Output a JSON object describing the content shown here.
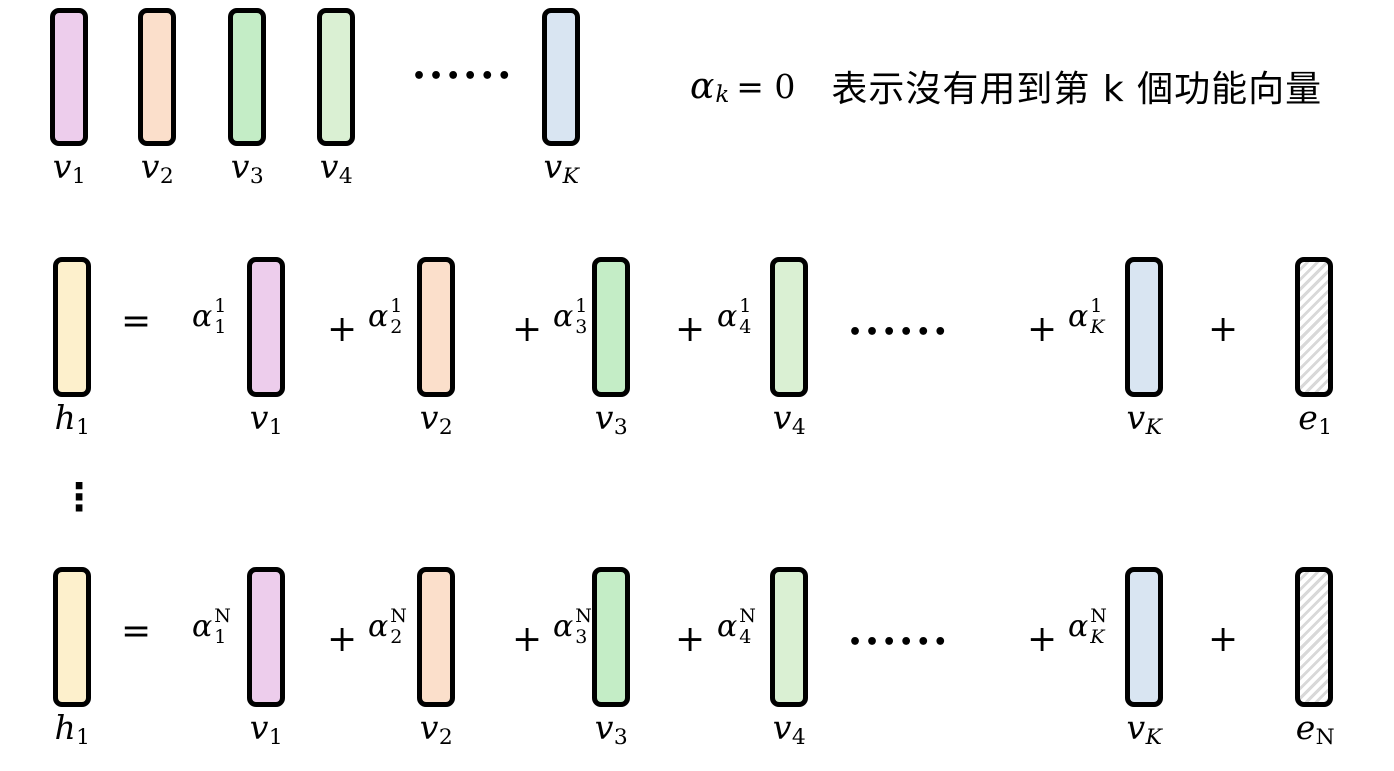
{
  "colors": {
    "purple": "#edcdec",
    "peach": "#fbdfcb",
    "green": "#c4edc6",
    "lightgreen": "#daf0d3",
    "blue": "#d9e5f2",
    "yellow": "#fdf0cc",
    "hatch_stripe": "#d9d9d9",
    "outline": "#000000"
  },
  "top": {
    "dots": "••••••",
    "vecs": [
      {
        "base": "v",
        "sub": "1"
      },
      {
        "base": "v",
        "sub": "2"
      },
      {
        "base": "v",
        "sub": "3"
      },
      {
        "base": "v",
        "sub": "4"
      },
      {
        "base": "v",
        "sub": "K"
      }
    ]
  },
  "note": {
    "alpha": "α",
    "sub": "k",
    "equals": "= 0",
    "text": "表示沒有用到第 k 個功能向量"
  },
  "vdots": "⋮",
  "equations": [
    {
      "lhs": {
        "base": "h",
        "sub": "1"
      },
      "eq": "=",
      "plus": "+",
      "dots": "••••••",
      "terms": [
        {
          "alpha": "α",
          "sup": "1",
          "sub": "1",
          "vec": {
            "base": "v",
            "sub": "1"
          }
        },
        {
          "alpha": "α",
          "sup": "1",
          "sub": "2",
          "vec": {
            "base": "v",
            "sub": "2"
          }
        },
        {
          "alpha": "α",
          "sup": "1",
          "sub": "3",
          "vec": {
            "base": "v",
            "sub": "3"
          }
        },
        {
          "alpha": "α",
          "sup": "1",
          "sub": "4",
          "vec": {
            "base": "v",
            "sub": "4"
          }
        },
        {
          "alpha": "α",
          "sup": "1",
          "sub": "K",
          "vec": {
            "base": "v",
            "sub": "K"
          }
        }
      ],
      "err": {
        "base": "e",
        "sub": "1"
      }
    },
    {
      "lhs": {
        "base": "h",
        "sub": "1"
      },
      "eq": "=",
      "plus": "+",
      "dots": "••••••",
      "terms": [
        {
          "alpha": "α",
          "sup": "N",
          "sub": "1",
          "vec": {
            "base": "v",
            "sub": "1"
          }
        },
        {
          "alpha": "α",
          "sup": "N",
          "sub": "2",
          "vec": {
            "base": "v",
            "sub": "2"
          }
        },
        {
          "alpha": "α",
          "sup": "N",
          "sub": "3",
          "vec": {
            "base": "v",
            "sub": "3"
          }
        },
        {
          "alpha": "α",
          "sup": "N",
          "sub": "4",
          "vec": {
            "base": "v",
            "sub": "4"
          }
        },
        {
          "alpha": "α",
          "sup": "N",
          "sub": "K",
          "vec": {
            "base": "v",
            "sub": "K"
          }
        }
      ],
      "err": {
        "base": "e",
        "sub": "N"
      }
    }
  ]
}
